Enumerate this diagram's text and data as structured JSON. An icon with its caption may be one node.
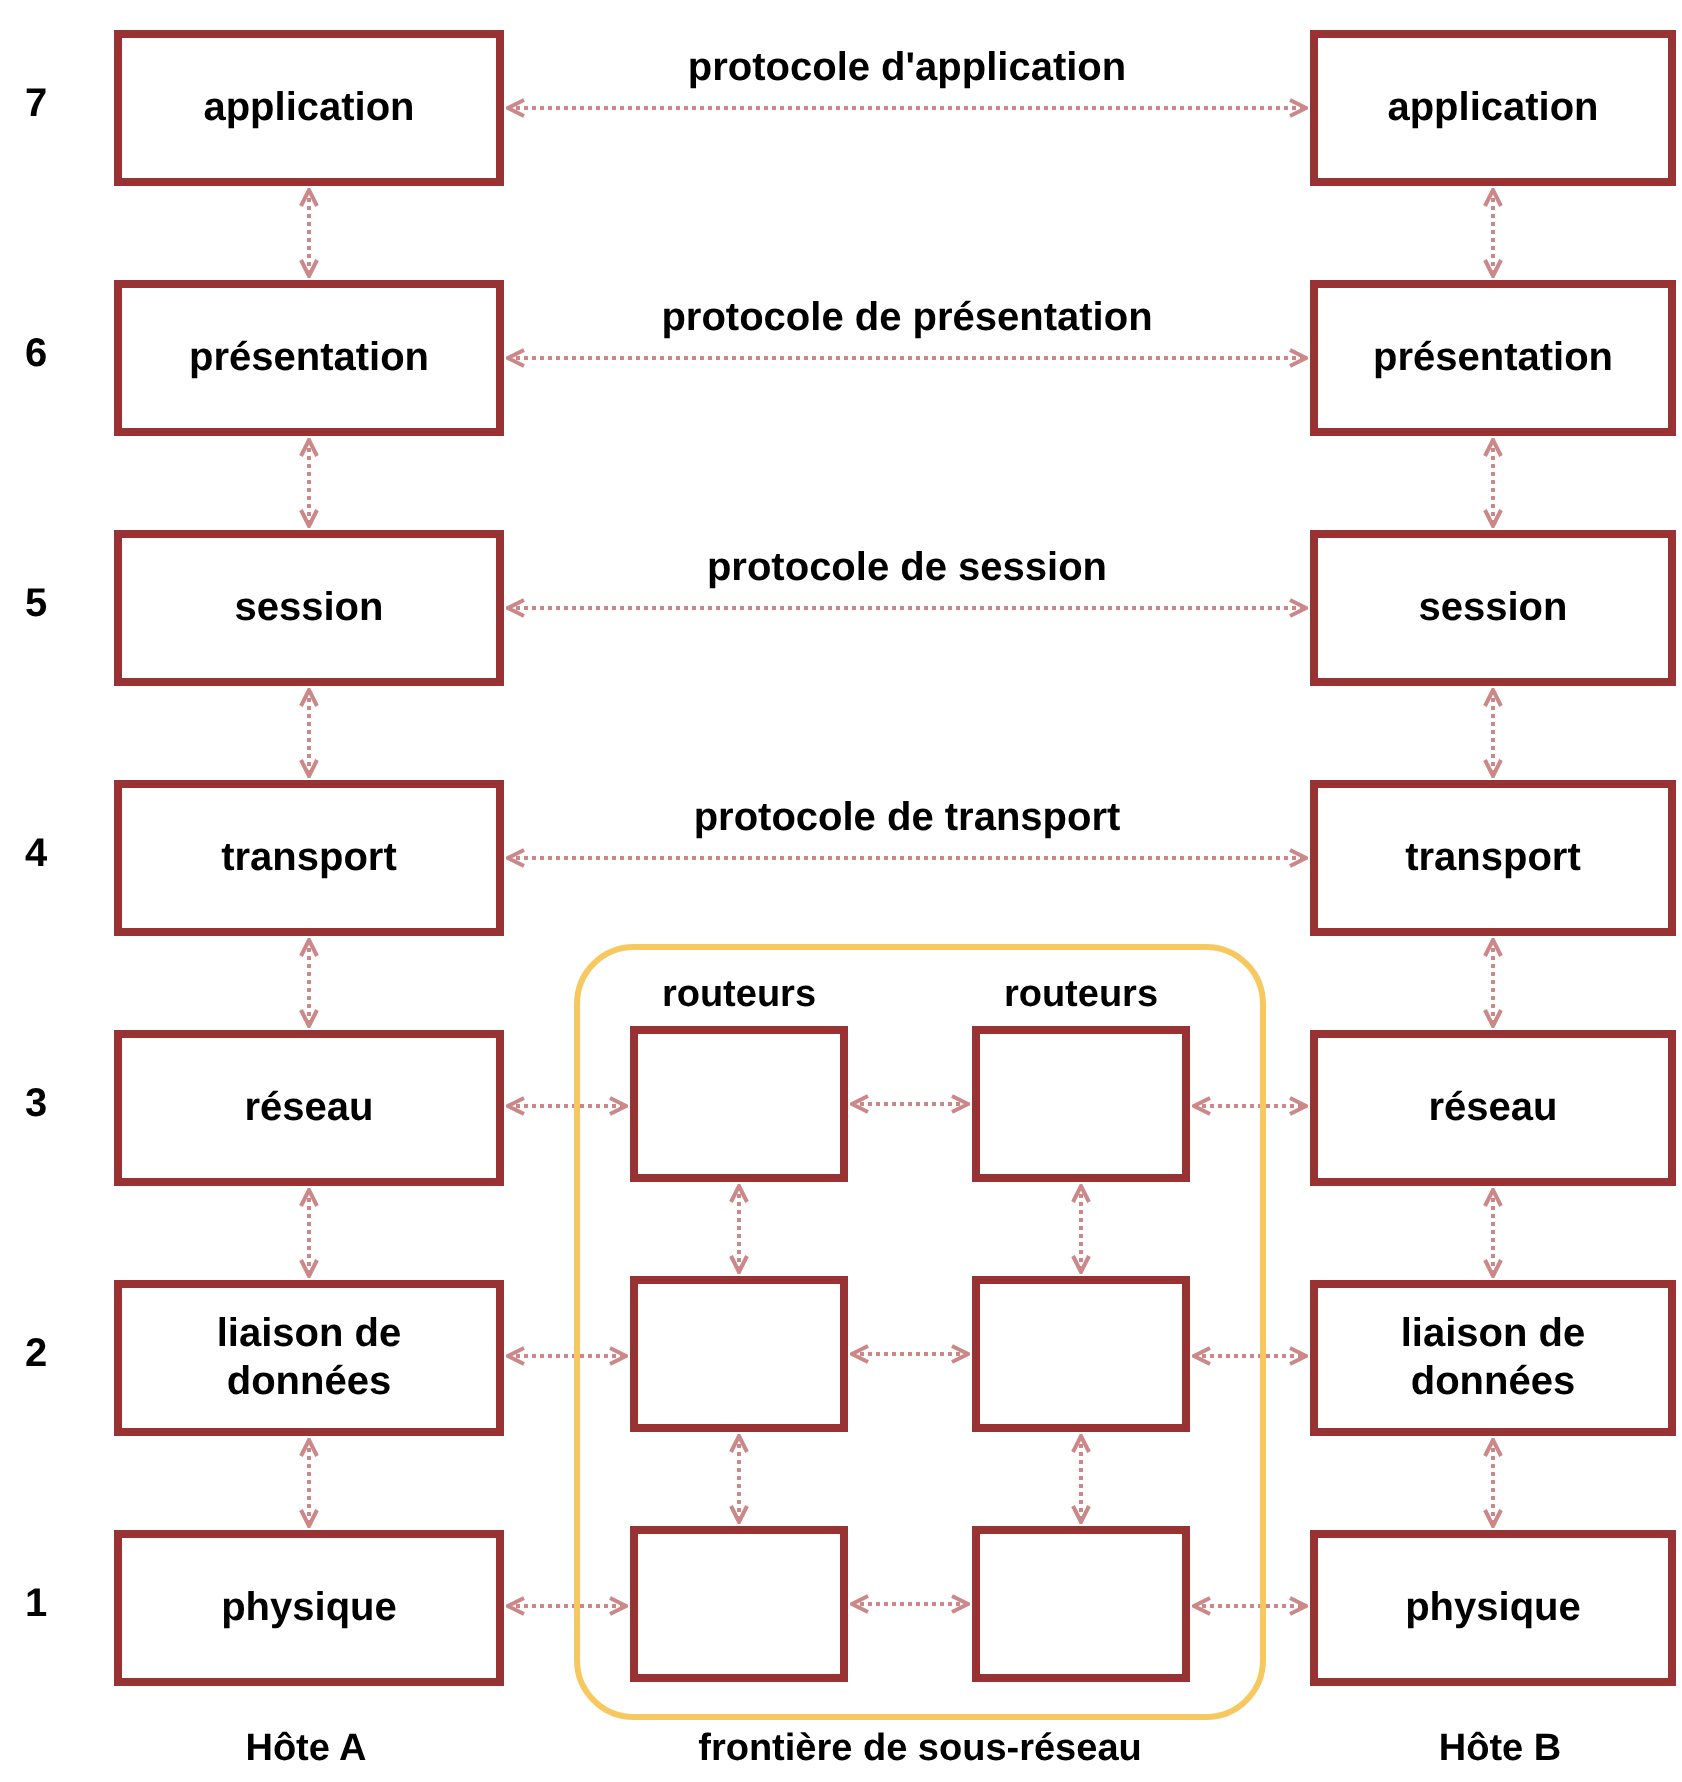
{
  "diagram": {
    "nodes": [
      {
        "text": [
          "application"
        ]
      },
      {
        "text": [
          "présentation"
        ]
      },
      {
        "text": [
          "session"
        ]
      },
      {
        "text": [
          "transport"
        ]
      },
      {
        "text": [
          "réseau"
        ]
      },
      {
        "text": [
          "liaison de données"
        ]
      },
      {
        "text": [
          "physique"
        ]
      },
      {
        "text": [
          "frontière de sous-réseau"
        ]
      },
      {
        "text": [],
        "shape": "box",
        "in": 7,
        "beside": [
          "routeurs"
        ]
      },
      {
        "text": [],
        "shape": "box",
        "in": 7,
        "beside": [
          "routeurs"
        ]
      },
      {
        "text": [],
        "shape": "box",
        "in": 7
      },
      {
        "text": [],
        "shape": "box",
        "in": 7
      },
      {
        "text": [],
        "shape": "box",
        "in": 7
      },
      {
        "text": [],
        "shape": "box",
        "in": 7
      },
      {
        "text": [
          "application"
        ]
      },
      {
        "text": [
          "présentation"
        ]
      },
      {
        "text": [
          "session"
        ]
      },
      {
        "text": [
          "transport"
        ]
      },
      {
        "text": [
          "réseau"
        ]
      },
      {
        "text": [
          "liaison de données"
        ]
      },
      {
        "text": [
          "physique"
        ]
      }
    ],
    "edges": [
      {
        "from": 0,
        "to": 14,
        "arrow": "both",
        "label": "protocole d'application"
      },
      {
        "from": 0,
        "to": 1,
        "arrow": "both"
      },
      {
        "from": 14,
        "to": 15,
        "arrow": "both"
      },
      {
        "from": 1,
        "to": 15,
        "arrow": "both",
        "label": "protocole de présentation"
      },
      {
        "from": 1,
        "to": 2,
        "arrow": "both"
      },
      {
        "from": 15,
        "to": 16,
        "arrow": "both"
      },
      {
        "from": 2,
        "to": 16,
        "arrow": "both",
        "label": "protocole de session"
      },
      {
        "from": 2,
        "to": 3,
        "arrow": "both"
      },
      {
        "from": 16,
        "to": 17,
        "arrow": "both"
      },
      {
        "from": 3,
        "to": 17,
        "arrow": "both",
        "label": "protocole de transport"
      },
      {
        "from": 3,
        "to": 4,
        "arrow": "both"
      },
      {
        "from": 17,
        "to": 18,
        "arrow": "both"
      },
      {
        "from": 4,
        "to": 8,
        "arrow": "both"
      },
      {
        "from": 8,
        "to": 9,
        "arrow": "both"
      },
      {
        "from": 9,
        "to": 18,
        "arrow": "both"
      },
      {
        "from": 4,
        "to": 5,
        "arrow": "both"
      },
      {
        "from": 8,
        "to": 10,
        "arrow": "both"
      },
      {
        "from": 9,
        "to": 11,
        "arrow": "both"
      },
      {
        "from": 18,
        "to": 19,
        "arrow": "both"
      },
      {
        "from": 5,
        "to": 10,
        "arrow": "both"
      },
      {
        "from": 10,
        "to": 11,
        "arrow": "both"
      },
      {
        "from": 11,
        "to": 19,
        "arrow": "both"
      },
      {
        "from": 5,
        "to": 6,
        "arrow": "both"
      },
      {
        "from": 10,
        "to": 12,
        "arrow": "both"
      },
      {
        "from": 11,
        "to": 13,
        "arrow": "both"
      },
      {
        "from": 19,
        "to": 20,
        "arrow": "both"
      },
      {
        "from": 6,
        "to": 12,
        "arrow": "both"
      },
      {
        "from": 12,
        "to": 13,
        "arrow": "both"
      },
      {
        "from": 13,
        "to": 20,
        "arrow": "both"
      }
    ],
    "labels": [
      "7",
      "6",
      "5",
      "4",
      "3",
      "2",
      "1",
      "Hôte A",
      "Hôte B"
    ]
  }
}
